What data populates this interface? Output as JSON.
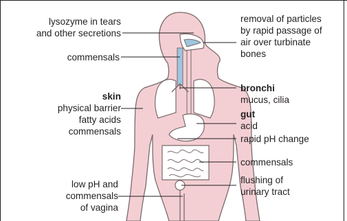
{
  "colors": {
    "body_fill": "#f3cfd3",
    "outline": "#7a6a6e",
    "organ_fill": "#ffffff",
    "airway_fill": "#9ec6df",
    "leader": "#231f20"
  },
  "labels": {
    "lysozyme": [
      "lysozyme in tears",
      "and other secretions"
    ],
    "commensals_nose": "commensals",
    "skin_title": "skin",
    "skin_body": [
      "physical barrier",
      "fatty acids",
      "commensals"
    ],
    "vagina": [
      "low pH and",
      "commensals",
      "of vagina"
    ],
    "turbinate": [
      "removal of particles",
      "by rapid passage of",
      "air over turbinate",
      "bones"
    ],
    "bronchi_title": "bronchi",
    "bronchi_body": "mucus, cilia",
    "gut_title": "gut",
    "gut_body": "acid",
    "ph_change": "rapid pH change",
    "commensals_gut": "commensals",
    "urinary": [
      "flushing of",
      "urinary tract"
    ]
  }
}
